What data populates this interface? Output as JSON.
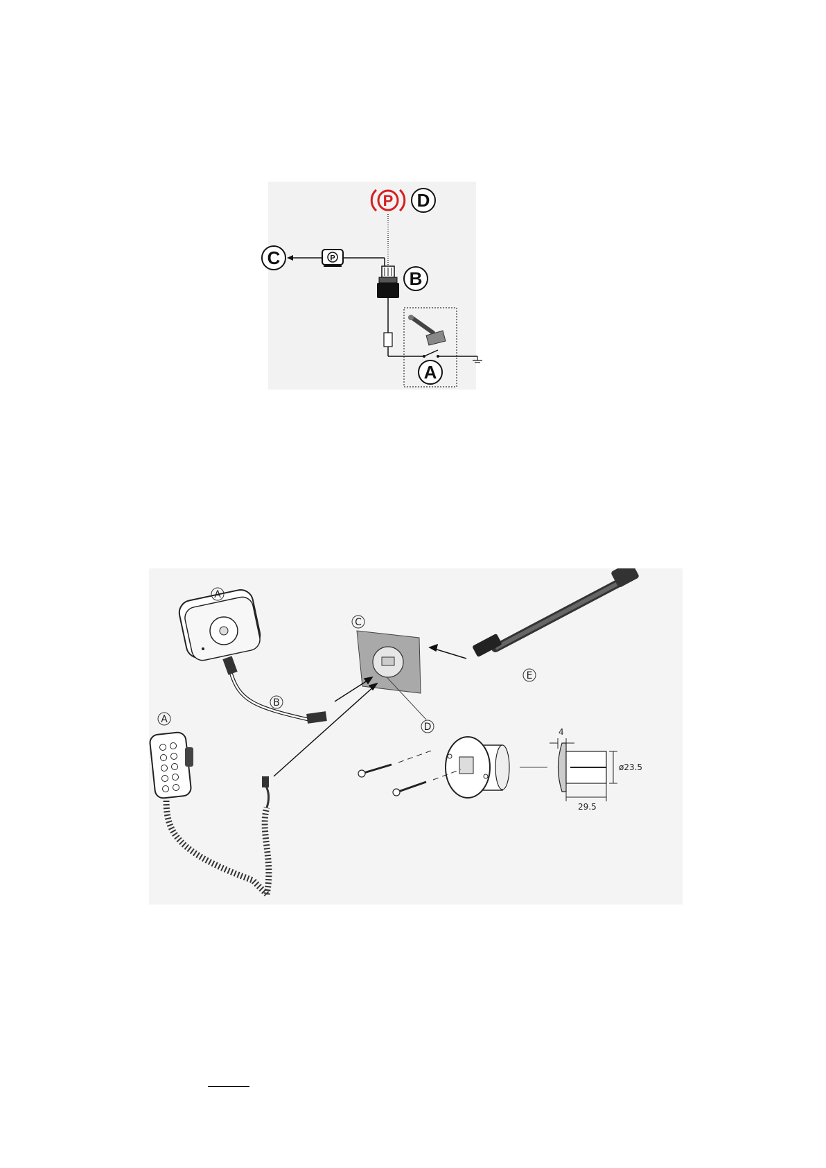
{
  "figure1": {
    "background": "#f2f2f2",
    "callouts": {
      "a": "A",
      "b": "B",
      "c": "C",
      "d": "D"
    },
    "parking_symbol": "P",
    "parking_color": "#d62020"
  },
  "figure2": {
    "background": "#f4f4f4",
    "callouts": {
      "a_top": "A",
      "a_bottom": "A",
      "b": "B",
      "c": "C",
      "d": "D",
      "e": "E"
    },
    "dimensions": {
      "thickness": "4",
      "diameter": "ø23.5",
      "depth": "29.5"
    }
  }
}
